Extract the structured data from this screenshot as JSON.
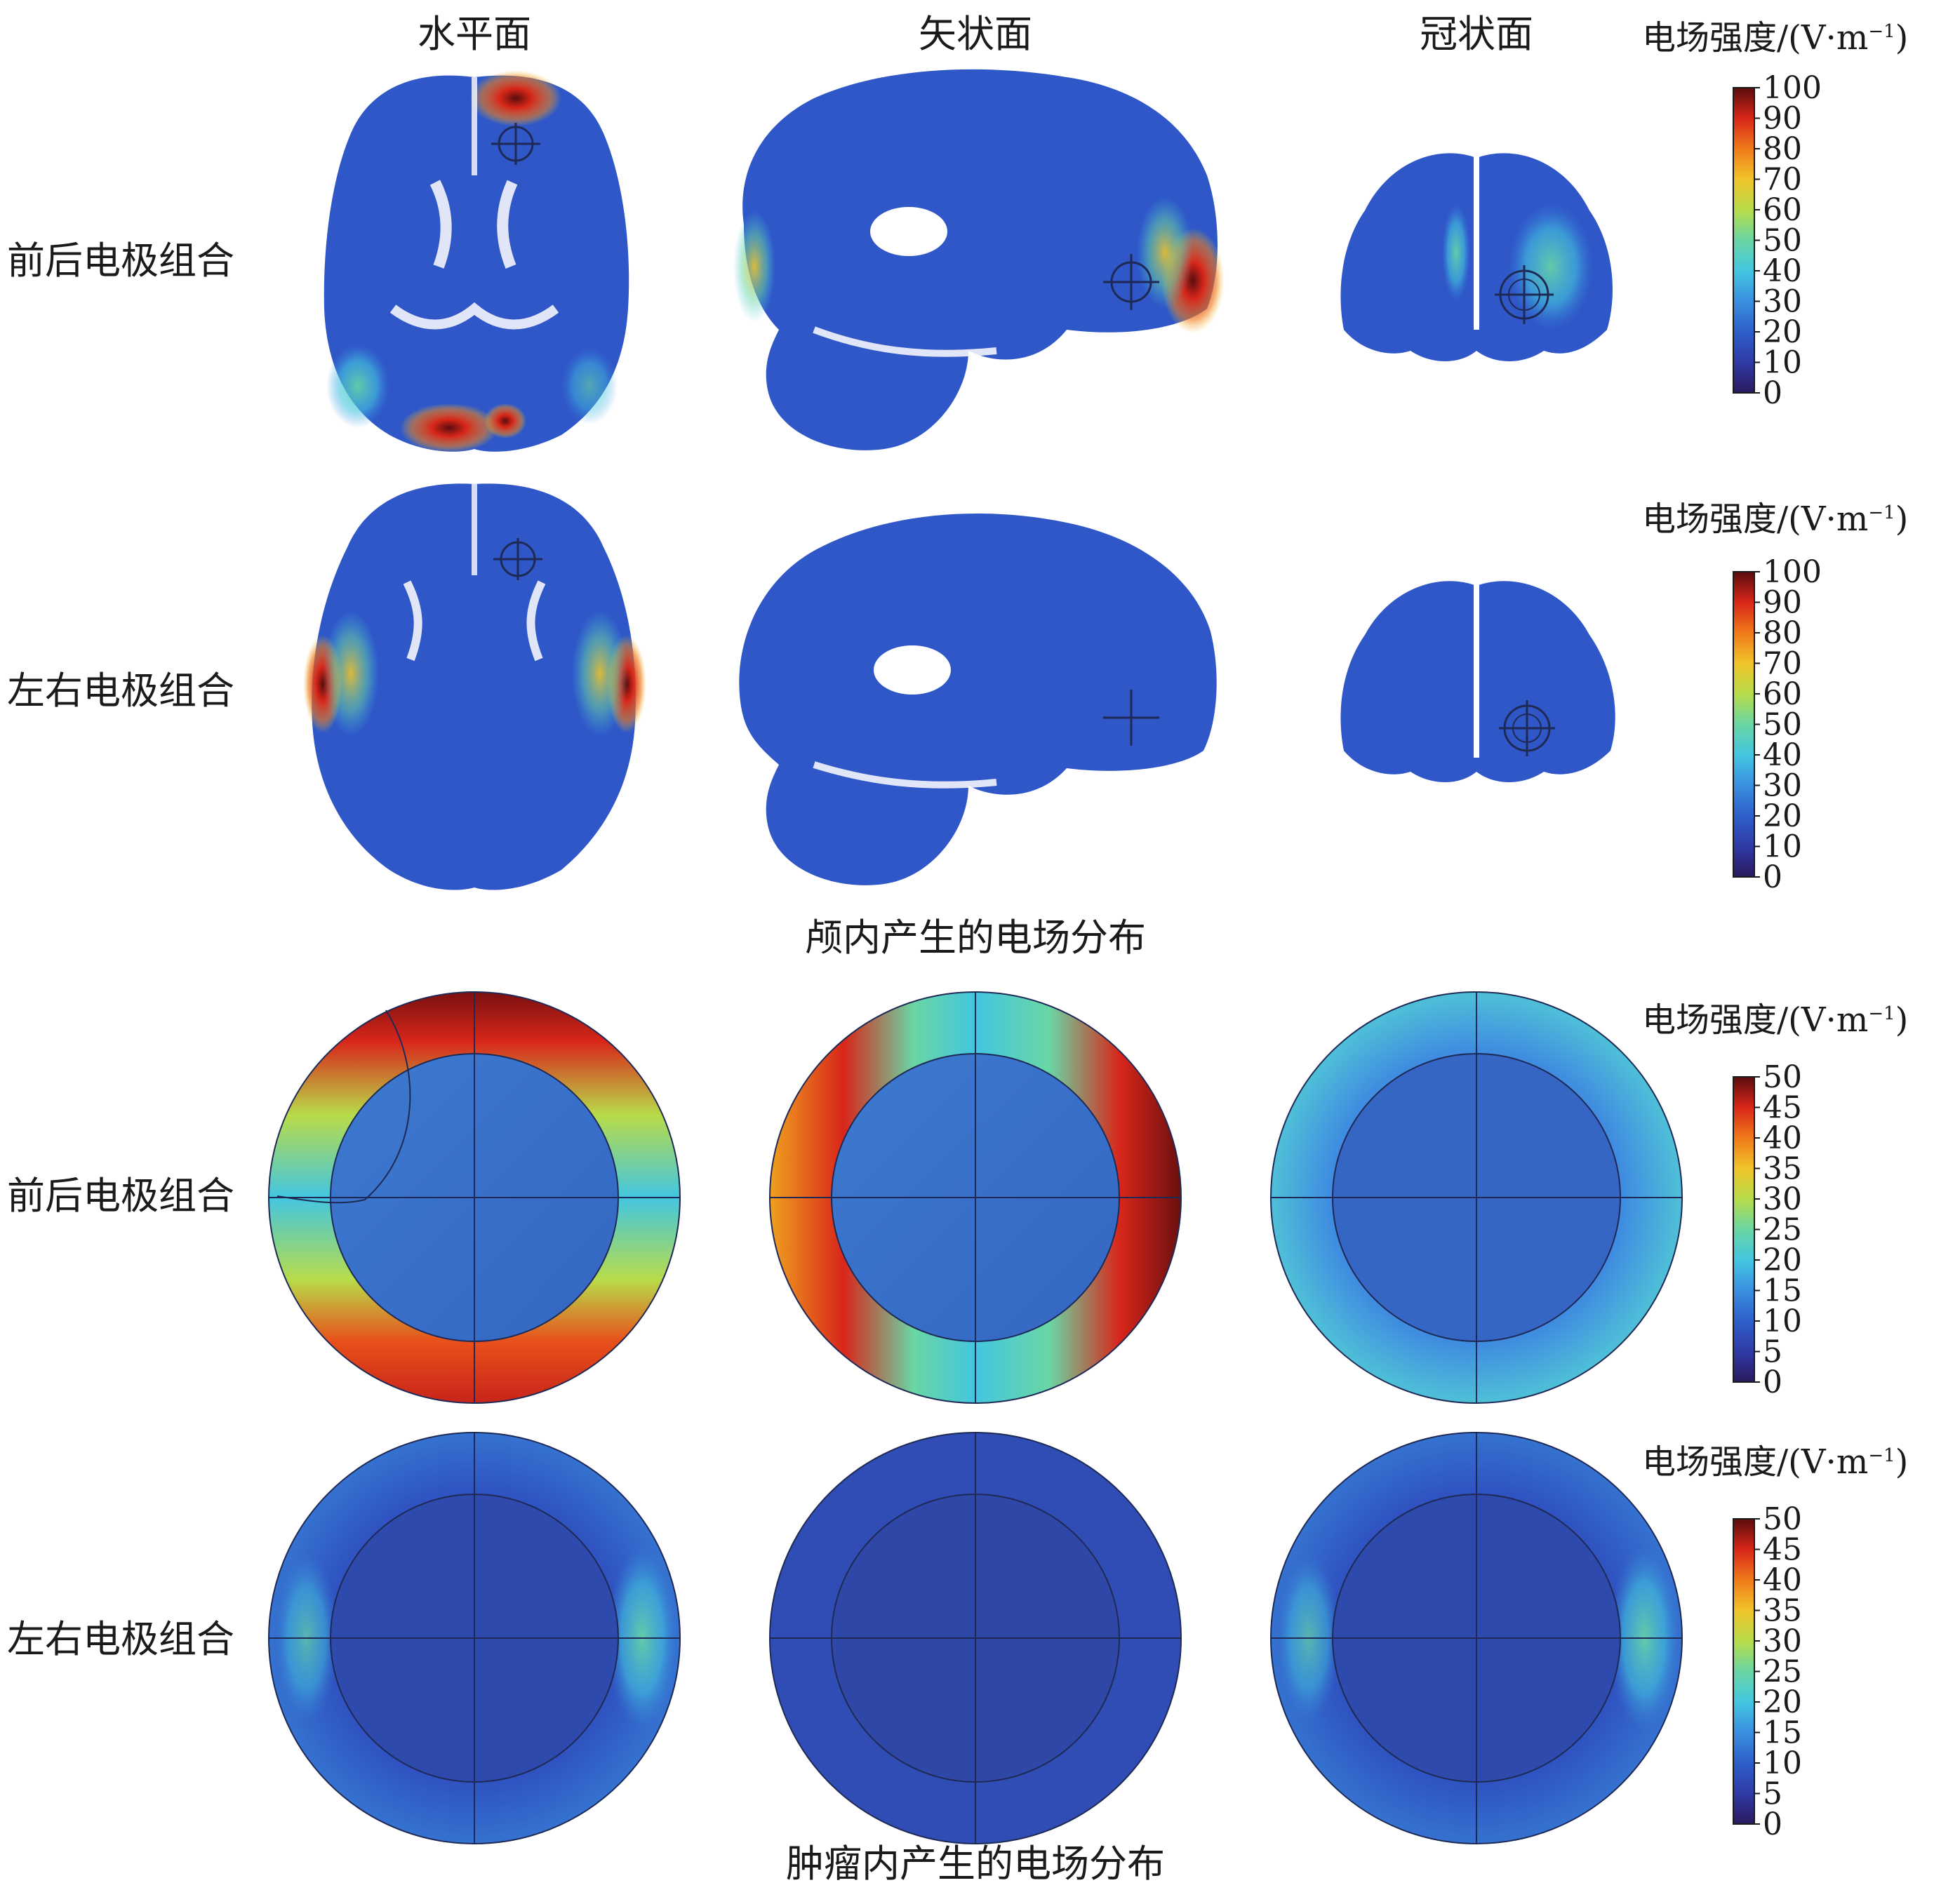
{
  "column_headers": [
    "水平面",
    "矢状面",
    "冠状面"
  ],
  "row_labels": [
    "前后电极组合",
    "左右电极组合",
    "前后电极组合",
    "左右电极组合"
  ],
  "section_titles": {
    "intracranial": "颅内产生的电场分布",
    "tumor": "肿瘤内产生的电场分布"
  },
  "colorbar": {
    "title_main": "电场强度/(V·m",
    "title_sup": "−1",
    "title_close": ")",
    "scale_a_ticks": [
      "100",
      "90",
      "80",
      "70",
      "60",
      "50",
      "40",
      "30",
      "20",
      "10",
      "0"
    ],
    "scale_b_ticks": [
      "50",
      "45",
      "40",
      "35",
      "30",
      "25",
      "20",
      "15",
      "10",
      "5",
      "0"
    ],
    "colormap_stops": [
      "#2a1a5e",
      "#2f3aa6",
      "#2e5fc9",
      "#3a8fe0",
      "#43c6e0",
      "#6ad6a4",
      "#b8dc4a",
      "#f0c42a",
      "#f07a1a",
      "#d8261a",
      "#5a0d0d"
    ]
  },
  "colors": {
    "brain_base": "#2f57c8",
    "tumor_inner_bright": "#3f78cf",
    "tumor_inner_dim": "#2f4fb0",
    "crosshair": "#1e2a55"
  }
}
